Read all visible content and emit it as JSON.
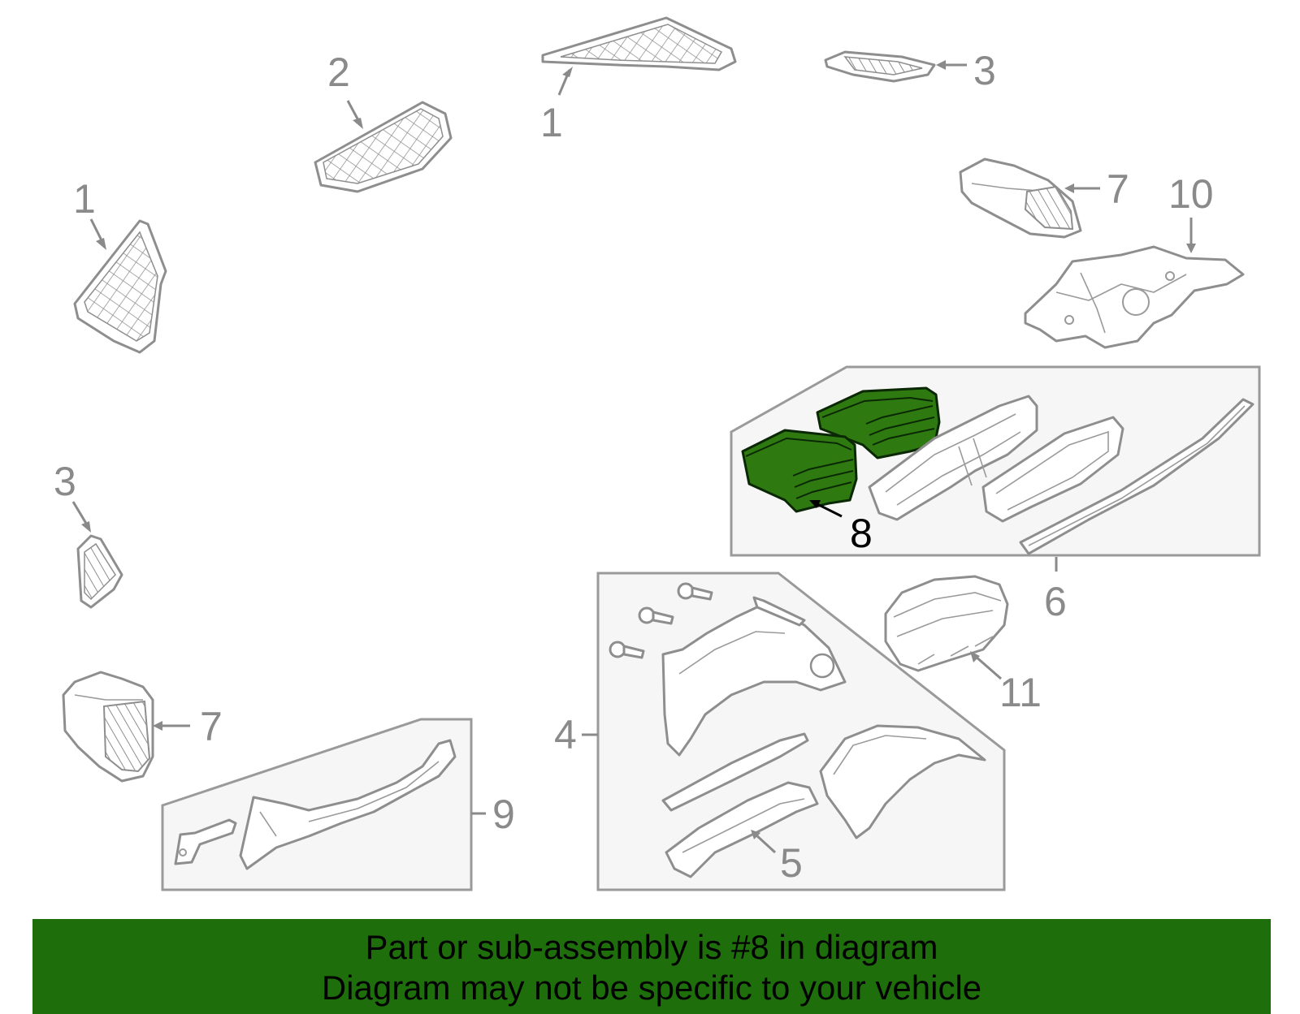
{
  "callouts": {
    "c1_top": "1",
    "c2": "2",
    "c3_top": "3",
    "c1_left": "1",
    "c7_top": "7",
    "c10": "10",
    "c3_left": "3",
    "c8": "8",
    "c6": "6",
    "c7_left": "7",
    "c11": "11",
    "c4": "4",
    "c9": "9",
    "c5": "5"
  },
  "highlight": {
    "part_number": "8",
    "color": "#2f7a10"
  },
  "banner": {
    "line1": "Part or sub-assembly is #8 in diagram",
    "line2": "Diagram may not be specific to your vehicle",
    "background": "#1e6f0c"
  }
}
